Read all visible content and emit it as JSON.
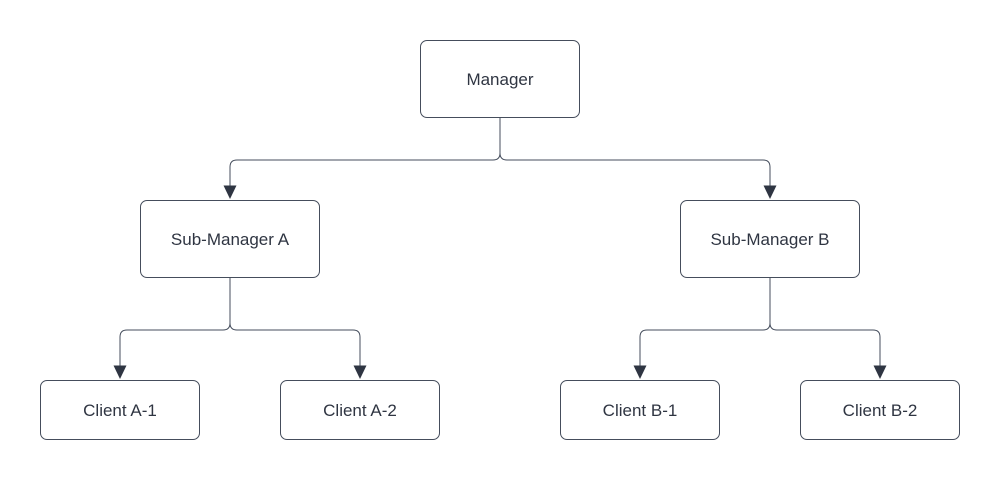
{
  "diagram": {
    "type": "org-chart-tree",
    "background_color": "#ffffff",
    "node_fill_color": "#ffffff",
    "node_stroke_color": "#454d5c",
    "connector_color": "#454d5c",
    "arrowhead_color": "#2f3542",
    "text_color": "#2f3542",
    "nodes": [
      {
        "id": "manager",
        "label": "Manager"
      },
      {
        "id": "sub-manager-a",
        "label": "Sub-Manager A"
      },
      {
        "id": "sub-manager-b",
        "label": "Sub-Manager B"
      },
      {
        "id": "client-a-1",
        "label": "Client A-1"
      },
      {
        "id": "client-a-2",
        "label": "Client A-2"
      },
      {
        "id": "client-b-1",
        "label": "Client B-1"
      },
      {
        "id": "client-b-2",
        "label": "Client B-2"
      }
    ],
    "edges": [
      {
        "from": "manager",
        "to": "sub-manager-a"
      },
      {
        "from": "manager",
        "to": "sub-manager-b"
      },
      {
        "from": "sub-manager-a",
        "to": "client-a-1"
      },
      {
        "from": "sub-manager-a",
        "to": "client-a-2"
      },
      {
        "from": "sub-manager-b",
        "to": "client-b-1"
      },
      {
        "from": "sub-manager-b",
        "to": "client-b-2"
      }
    ]
  }
}
